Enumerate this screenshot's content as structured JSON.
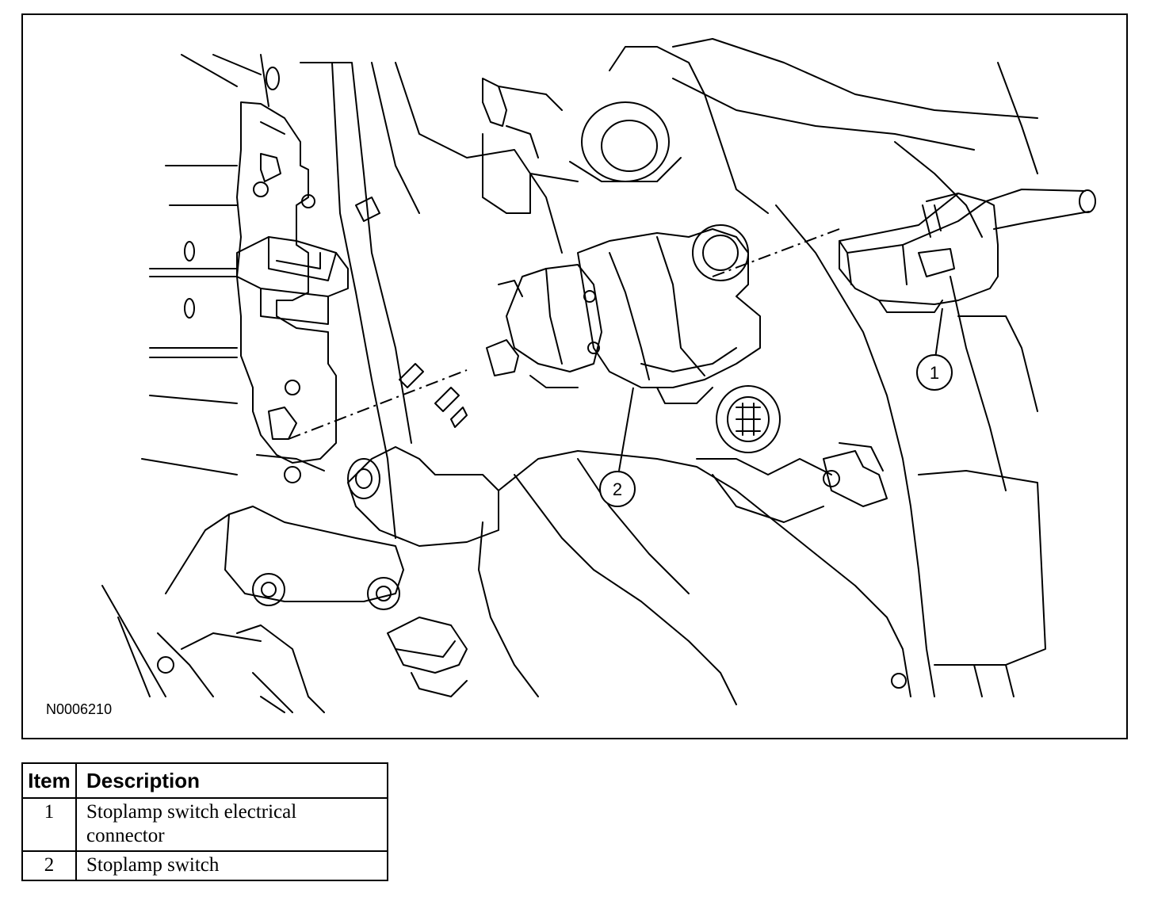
{
  "figure": {
    "id_label": "N0006210",
    "callouts": [
      {
        "number": "1",
        "target": "Stoplamp switch electrical connector"
      },
      {
        "number": "2",
        "target": "Stoplamp switch"
      }
    ]
  },
  "legend": {
    "headers": {
      "item": "Item",
      "description": "Description"
    },
    "rows": [
      {
        "item": "1",
        "description": "Stoplamp switch electrical connector"
      },
      {
        "item": "2",
        "description": "Stoplamp switch"
      }
    ]
  }
}
